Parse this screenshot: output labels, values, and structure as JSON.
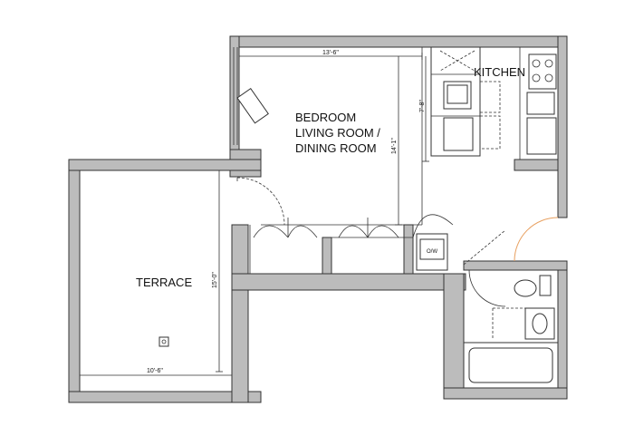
{
  "rooms": {
    "bedroom_lines": [
      "BEDROOM",
      "LIVING ROOM /",
      "DINING ROOM"
    ],
    "kitchen": "KITCHEN",
    "terrace": "TERRACE",
    "closet": "O/W"
  },
  "dimensions": {
    "bedroom_width": "13'-6\"",
    "bedroom_depth": "14'-1\"",
    "kitchen_depth": "7'-8\"",
    "terrace_depth": "15'-0\"",
    "terrace_width": "10'-6\""
  },
  "colors": {
    "wall_fill": "#bcbcbc",
    "outline": "#333333",
    "door_swing_accent": "#e8a060"
  }
}
